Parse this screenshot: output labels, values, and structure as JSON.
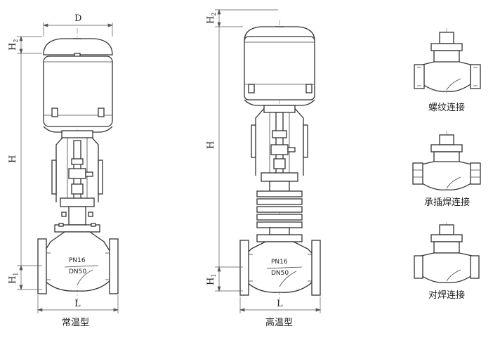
{
  "dimensions": {
    "D": "D",
    "H": "H",
    "H1": "H",
    "H1_sub": "1",
    "H2": "H",
    "H2_sub": "2",
    "L": "L"
  },
  "body_marks": {
    "pressure": "PN16",
    "size": "DN50"
  },
  "valves": [
    {
      "caption": "常温型"
    },
    {
      "caption": "高温型"
    }
  ],
  "connections": [
    {
      "caption": "螺纹连接"
    },
    {
      "caption": "承插焊连接"
    },
    {
      "caption": "对焊连接"
    }
  ]
}
